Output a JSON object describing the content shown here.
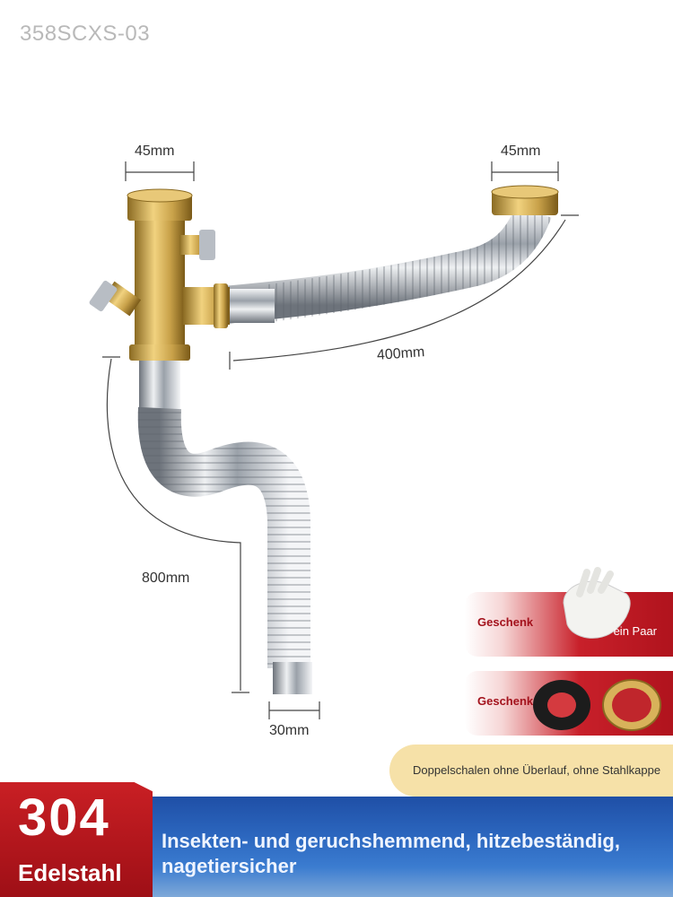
{
  "product_code": "358SCXS-03",
  "dimensions": {
    "top_left_width": "45mm",
    "top_right_width": "45mm",
    "horizontal_length": "400mm",
    "vertical_length": "800mm",
    "bottom_width": "30mm"
  },
  "gifts": [
    {
      "label": "Geschenk",
      "note": "ein Paar"
    },
    {
      "label": "Geschenk",
      "note": ""
    }
  ],
  "note": "Doppelschalen ohne Überlauf, ohne Stahlkappe",
  "badge": {
    "number": "304",
    "material": "Edelstahl"
  },
  "banner_text": "Insekten- und geruchshemmend, hitzebeständig, nagetiersicher",
  "colors": {
    "brass": "#c9a24a",
    "chrome": "#c8ccd2",
    "banner_blue": "#2c67bf",
    "badge_red": "#c91f24",
    "note_yellow": "#f6e1a8"
  }
}
